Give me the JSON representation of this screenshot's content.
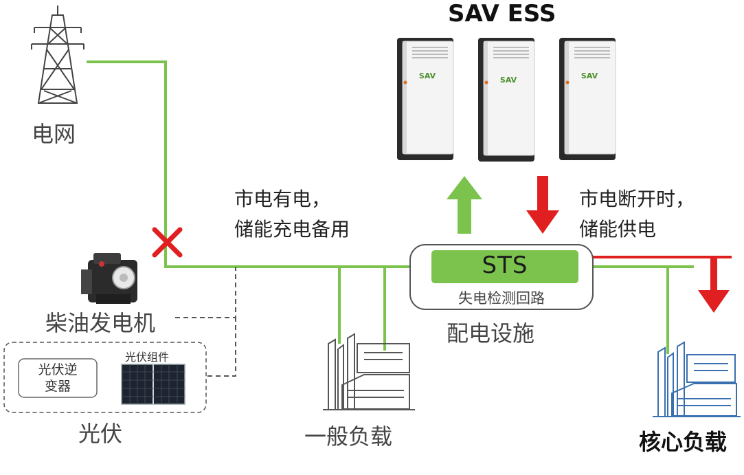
{
  "title": "SAV ESS",
  "grid_label": "电网",
  "generator_label": "柴油发电机",
  "pv_label": "光伏",
  "pv_inverter_label": "光伏逆\n变器",
  "pv_module_label": "光伏组件",
  "note_left_line1": "市电有电，",
  "note_left_line2": "储能充电备用",
  "note_right_line1": "市电断开时，",
  "note_right_line2": "储能供电",
  "sts_label": "STS",
  "sts_sub_label": "失电检测回路",
  "distribution_label": "配电设施",
  "general_load_label": "一般负载",
  "core_load_label": "核心负载",
  "battery_logo": "SAV",
  "colors": {
    "green": "#7cc34d",
    "red": "#e02020",
    "dark": "#333333",
    "gray": "#555555",
    "blue": "#3a6fb0"
  }
}
